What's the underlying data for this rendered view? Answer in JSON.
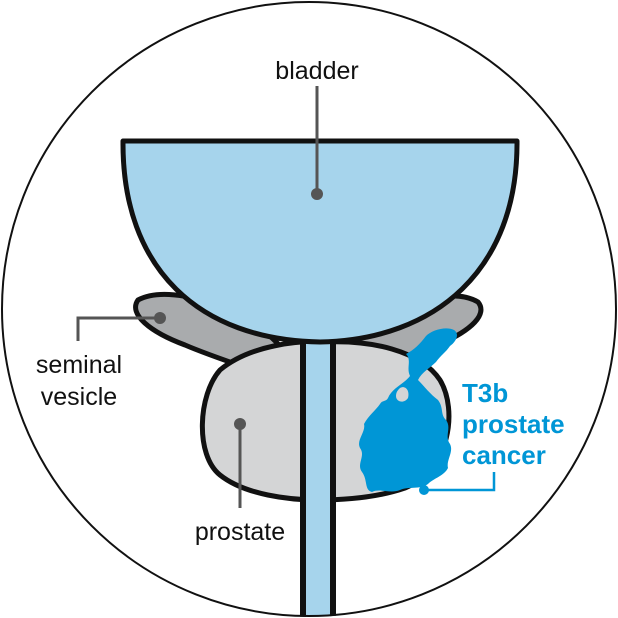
{
  "labels": {
    "bladder": "bladder",
    "seminal_vesicle_line1": "seminal",
    "seminal_vesicle_line2": "vesicle",
    "prostate": "prostate",
    "cancer_line1": "T3b",
    "cancer_line2": "prostate",
    "cancer_line3": "cancer"
  },
  "colors": {
    "bladder_fill": "#a6d4ec",
    "vesicle_fill": "#a9abad",
    "prostate_fill": "#d4d5d6",
    "cancer_accent": "#0096d6",
    "outline": "#111111",
    "leader": "#555555"
  }
}
